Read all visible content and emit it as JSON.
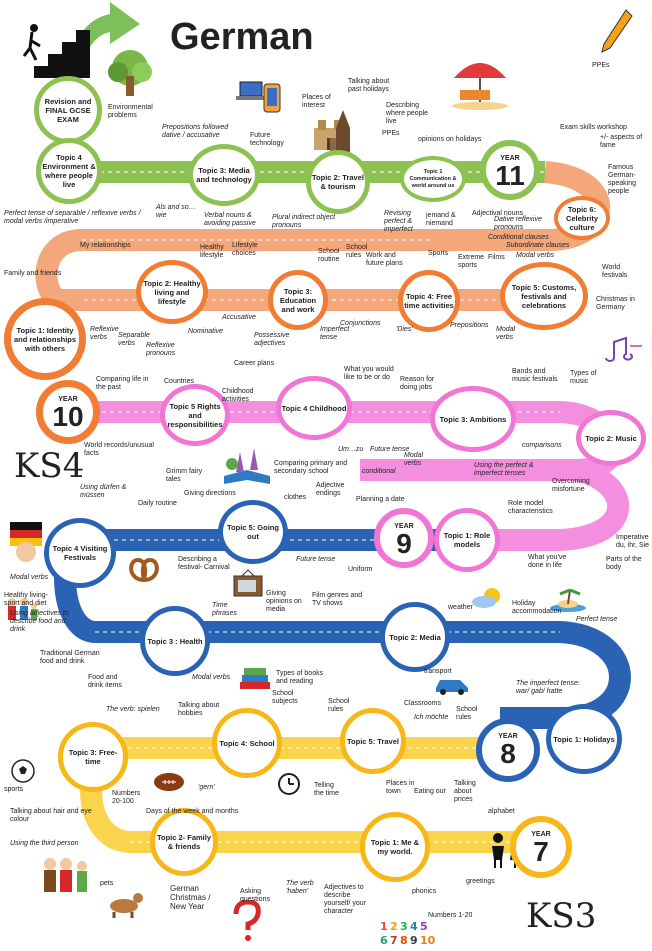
{
  "title": "German",
  "key_stages": {
    "ks4": "KS4",
    "ks3": "KS3"
  },
  "road_colors": {
    "green": "#8dc152",
    "orange": "#f3a77b",
    "pink": "#f48fe0",
    "blue": "#2a63b3",
    "yellow": "#fbd44e"
  },
  "years": [
    {
      "label": "YEAR",
      "number": "11",
      "color": "#8dc152"
    },
    {
      "label": "YEAR",
      "number": "10",
      "color": "#f07d33"
    },
    {
      "label": "YEAR",
      "number": "9",
      "color": "#f075d4"
    },
    {
      "label": "YEAR",
      "number": "8",
      "color": "#2a63b3"
    },
    {
      "label": "YEAR",
      "number": "7",
      "color": "#f7b718"
    }
  ],
  "topics": [
    {
      "text": "Revision and FINAL GCSE EXAM",
      "color": "#8dc152"
    },
    {
      "text": "Topic 4 Environment & where people live",
      "color": "#8dc152"
    },
    {
      "text": "Topic 3: Media and technology",
      "color": "#8dc152"
    },
    {
      "text": "Topic 2: Travel & tourism",
      "color": "#8dc152"
    },
    {
      "text": "Topic 1 Communication & world around us",
      "color": "#8dc152"
    },
    {
      "text": "Topic 6: Celebrity culture",
      "color": "#f07d33"
    },
    {
      "text": "Topic 5: Customs, festivals and celebrations",
      "color": "#f07d33"
    },
    {
      "text": "Topic 4: Free time activities",
      "color": "#f07d33"
    },
    {
      "text": "Topic 3: Education and work",
      "color": "#f07d33"
    },
    {
      "text": "Topic 2: Healthy living and lifestyle",
      "color": "#f07d33"
    },
    {
      "text": "Topic 1: Identity and relationships with others",
      "color": "#f07d33"
    },
    {
      "text": "Topic 5 Rights and responsibilities",
      "color": "#f075d4"
    },
    {
      "text": "Topic 4 Childhood",
      "color": "#f075d4"
    },
    {
      "text": "Topic 3: Ambitions",
      "color": "#f075d4"
    },
    {
      "text": "Topic 2: Music",
      "color": "#f075d4"
    },
    {
      "text": "Topic 1: Role models",
      "color": "#f075d4"
    },
    {
      "text": "Topic 5: Going out",
      "color": "#2a63b3"
    },
    {
      "text": "Topic 4 Visiting Festivals",
      "color": "#2a63b3"
    },
    {
      "text": "Topic 3 : Health",
      "color": "#2a63b3"
    },
    {
      "text": "Topic 2: Media",
      "color": "#2a63b3"
    },
    {
      "text": "Topic 1: Holidays",
      "color": "#2a63b3"
    },
    {
      "text": "Topic 4: School",
      "color": "#f7b718"
    },
    {
      "text": "Topic 5: Travel",
      "color": "#f7b718"
    },
    {
      "text": "Topic 3: Free-time",
      "color": "#f7b718"
    },
    {
      "text": "Topic 2- Family & friends",
      "color": "#f7b718"
    },
    {
      "text": "Topic 1: Me & my world.",
      "color": "#f7b718"
    }
  ],
  "labels": [
    "Environmental problems",
    "Prepositions followed dative / accusative",
    "Future technology",
    "Places of interest",
    "Talking about past holidays",
    "Describing where people live",
    "PPEs",
    "opinions on holidays",
    "PPEs",
    "Exam skills workshop",
    "+/- aspects of fame",
    "Famous German-speaking people",
    "Perfect tense of separable / reflexive verbs / modal verbs /imperative",
    "Als and so…wie",
    "Verbal nouns & avoiding passive",
    "Plural indirect object pronouns",
    "Revising perfect & imperfect",
    "jemand & niemand",
    "Adjectival nouns",
    "Dative reflexive pronouns",
    "Conditional clauses",
    "Subordinate clauses",
    "Modal verbs",
    "World festivals",
    "Christmas in Germany",
    "My relationships",
    "Healthy lifestyle",
    "Lifestyle choices",
    "School routine",
    "School rules",
    "Work and future plans",
    "Sports",
    "Extreme sports",
    "Films",
    "Family and friends",
    "Reflexive verbs",
    "Separable verbs",
    "Reflexive pronouns",
    "Nominative",
    "Accusative",
    "Possessive adjectives",
    "Imperfect tense",
    "Conjunctions",
    "'Dies'",
    "Prepositions",
    "Modal verbs",
    "Career plans",
    "Comparing life in the past",
    "Countries",
    "Childhood activities",
    "What you would like to be or do",
    "Reason for doing jobs",
    "Bands and music festivals",
    "Types of music",
    "World records/unusual facts",
    "Um…zu",
    "Future tense",
    "conditional",
    "Modal verbs",
    "comparisons",
    "Grimm fairy tales",
    "Comparing primary and secondary school",
    "Using the perfect & imperfect tenses",
    "Overcoming misfortune",
    "Using dürfen & müssen",
    "Daily routine",
    "Giving directions",
    "clothes",
    "Adjective endings",
    "Planning a date",
    "Role model characteristics",
    "Imperative du, ihr, Sie",
    "Describing a festival- Carnival",
    "Future tense",
    "Uniform",
    "What you've done in life",
    "Parts of the body",
    "Modal verbs",
    "Healthy living- sport and diet",
    "Using adjectives to describe food and drink",
    "Traditional German food and drink",
    "Food and drink items",
    "Time phrases",
    "Giving opinions on media",
    "Film genres and TV shows",
    "weather",
    "Holiday accommodation",
    "Perfect tense",
    "Modal verbs",
    "Types of books and reading",
    "transport",
    "The imperfect tense: war/ gab/ hatte",
    "The verb: spielen",
    "Talking about hobbies",
    "School subjects",
    "School rules",
    "Classrooms",
    "Ich möchte",
    "School rules",
    "'gern'",
    "Telling the time",
    "Places in town",
    "Eating out",
    "Talking about prices",
    "sports",
    "Numbers 20-100",
    "Days of the week and months",
    "Talking about hair and eye colour",
    "Using the third person",
    "pets",
    "German Christmas / New Year",
    "Asking questions",
    "The verb 'haben'",
    "Adjectives to describe yourself/ your character",
    "phonics",
    "greetings",
    "alphabet",
    "Numbers 1-20"
  ],
  "icons": [
    "stairs-icon",
    "tree-icon",
    "laptop-icon",
    "phone-icon",
    "beach-icon",
    "pencil-icon",
    "castle-icon",
    "music-notes-icon",
    "storybook-icon",
    "football-icon",
    "pretzel-icon",
    "tv-icon",
    "weather-icon",
    "island-icon",
    "family-icon",
    "car-icon",
    "books-icon",
    "alarm-clock-icon",
    "soccer-ball-icon",
    "children-icon",
    "dog-icon",
    "question-mark-icon",
    "number-blocks-icon",
    "festival-icon"
  ]
}
